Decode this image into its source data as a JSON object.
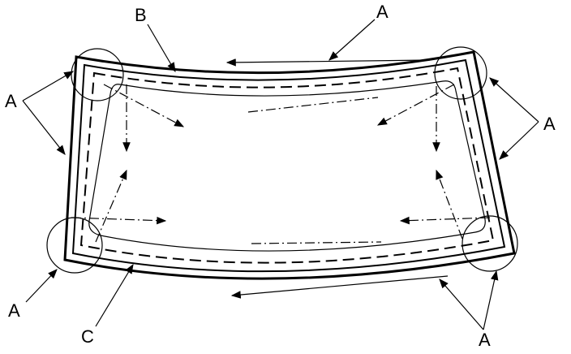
{
  "diagram": {
    "labels": {
      "A_top": "A",
      "B_top": "B",
      "A_left_upper": "A",
      "A_right": "A",
      "A_left_lower": "A",
      "C_bottom": "C",
      "A_bottom_right": "A"
    },
    "colors": {
      "ink": "#000000",
      "paper": "#ffffff"
    }
  }
}
